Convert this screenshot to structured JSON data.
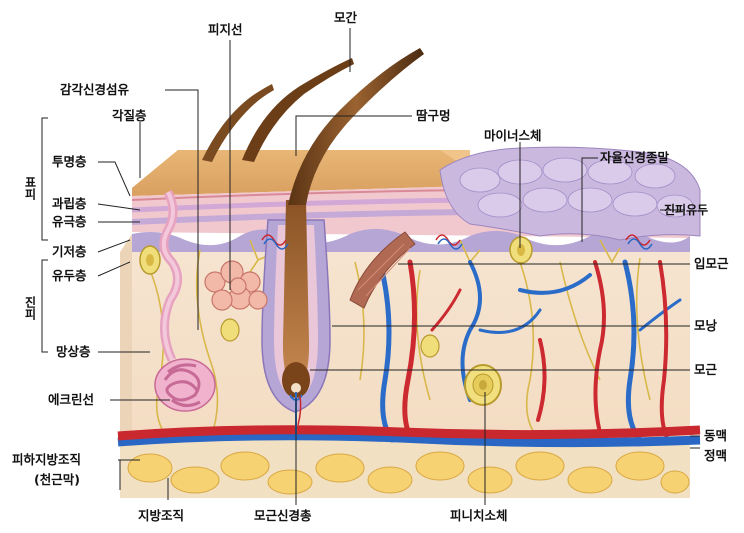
{
  "labels": {
    "gakgak": "감각신경섬유",
    "gakjil": "각질층",
    "pyopi": "표피",
    "tumyeong": "투명층",
    "gwarip": "과립층",
    "yugeuk": "유극층",
    "gijeo": "기저층",
    "yudu": "유두층",
    "jinpi": "진피",
    "mangsang": "망상층",
    "ekeurin": "에크린선",
    "pihajibang": "피하지방조직",
    "cheongeunmak": "(천근막)",
    "jibangjojik": "지방조직",
    "mogeunsingyeong": "모근신경총",
    "pinichi": "피니치소체",
    "pijiseon": "피지선",
    "mogan": "모간",
    "ttamgumeong": "땀구멍",
    "maioneoseu": "마이너스체",
    "jayul": "자율신경종말",
    "jinpiyudu": "진피유두",
    "ipmogeun": "입모근",
    "monang": "모낭",
    "mogeun": "모근",
    "dongmaek": "동맥",
    "jeongmaek": "정맥"
  }
}
